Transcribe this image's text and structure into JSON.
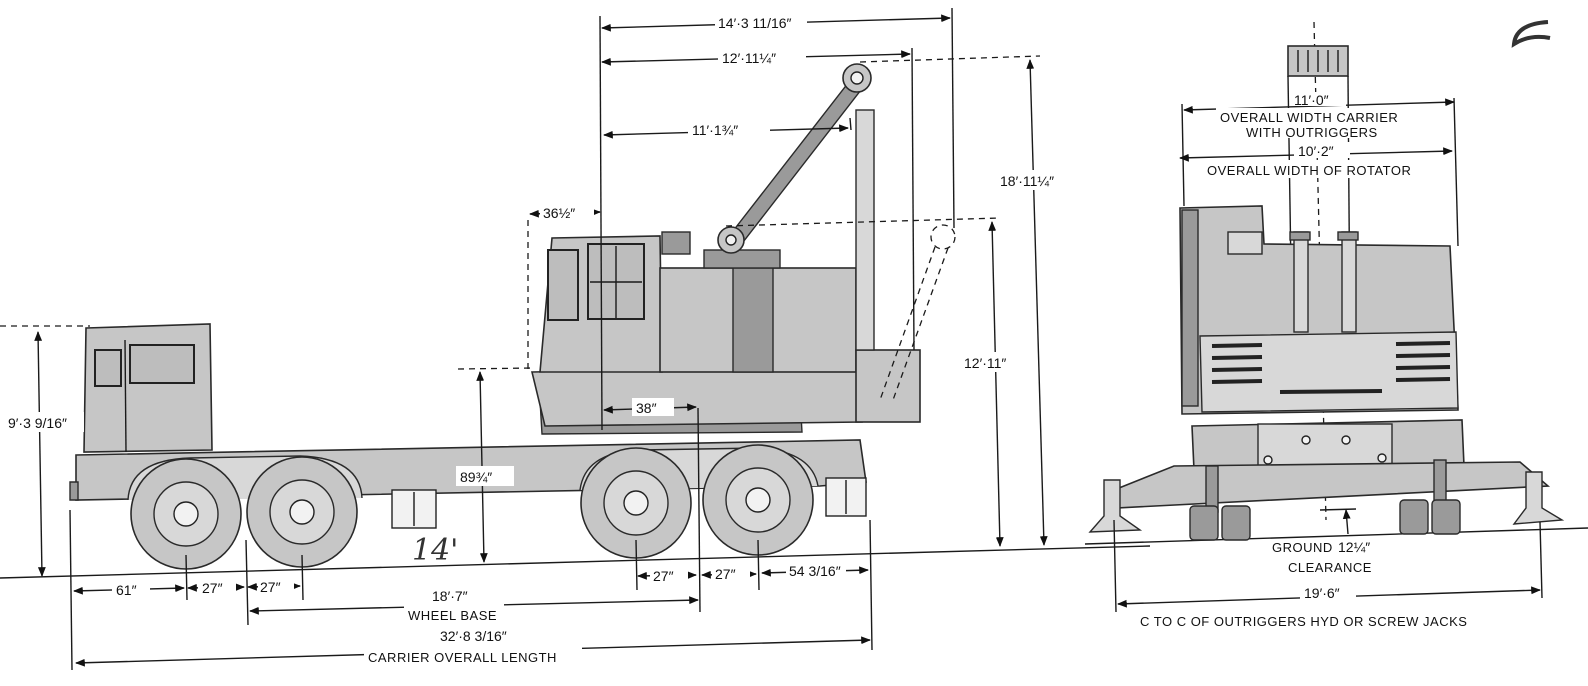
{
  "side_view": {
    "overall_reach": "14′·3 11/16″",
    "boom_reach": "12′·11¼″",
    "inner_reach": "11′·1¾″",
    "tail_swing": "36½″",
    "overall_height": "18′·11¼″",
    "boom_height": "12′·11″",
    "cab_height": "9′·3 9/16″",
    "deck_height": "89¾″",
    "rotation_offset": "38″",
    "front_overhang": "61″",
    "axle_spacing_1": "27″",
    "axle_spacing_2": "27″",
    "axle_spacing_3": "27″",
    "axle_spacing_4": "27″",
    "rear_overhang": "54 3/16″",
    "wheel_base_value": "18′·7″",
    "wheel_base_label": "WHEEL BASE",
    "overall_length_value": "32′·8 3/16″",
    "overall_length_label": "CARRIER OVERALL LENGTH",
    "handwritten_note": "14'"
  },
  "end_view": {
    "outrigger_width_value": "11′·0″",
    "outrigger_width_label_1": "OVERALL WIDTH CARRIER",
    "outrigger_width_label_2": "WITH OUTRIGGERS",
    "rotator_width_value": "10′·2″",
    "rotator_width_label": "OVERALL WIDTH OF ROTATOR",
    "ground_clearance_label_1": "GROUND",
    "ground_clearance_value": "12¼″",
    "ground_clearance_label_2": "CLEARANCE",
    "jack_spacing_value": "19′·6″",
    "jack_spacing_label": "C TO C OF OUTRIGGERS HYD OR SCREW JACKS"
  }
}
